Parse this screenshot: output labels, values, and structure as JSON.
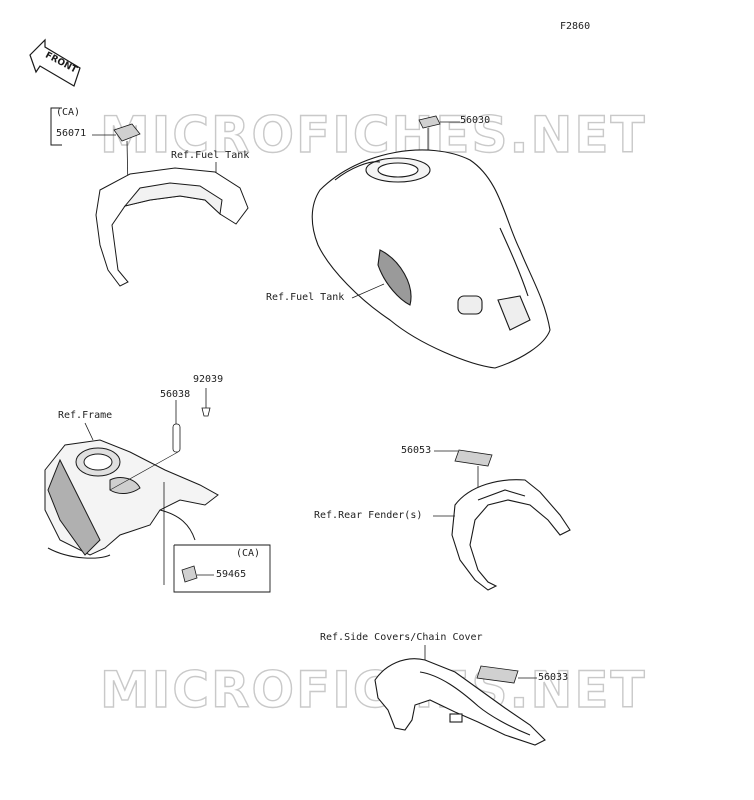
{
  "figure_id": "F2860",
  "front_arrow_text": "FRONT",
  "watermark_text": "MICROFICHES.NET",
  "colors": {
    "line": "#1a1a1a",
    "label": "#222222",
    "watermark": "#c9c9c9",
    "decal": "#d0d0d0"
  },
  "part_numbers": {
    "p56071": "56071",
    "p56030": "56030",
    "p92039": "92039",
    "p56038": "56038",
    "p59465": "59465",
    "p56053": "56053",
    "p56033": "56033"
  },
  "region_tags": {
    "ca_top": "(CA)",
    "ca_bottom": "(CA)"
  },
  "references": {
    "fuel_tank_top": "Ref.Fuel Tank",
    "fuel_tank_main": "Ref.Fuel Tank",
    "frame": "Ref.Frame",
    "rear_fender": "Ref.Rear Fender(s)",
    "side_covers": "Ref.Side Covers/Chain Cover"
  }
}
